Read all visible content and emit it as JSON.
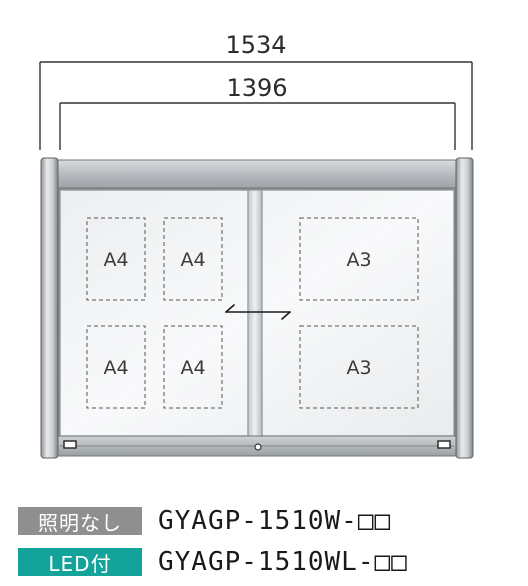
{
  "dimensions": {
    "outer_width": "1534",
    "inner_width": "1396"
  },
  "paper_slots": {
    "left_grid": [
      "A4",
      "A4",
      "A4",
      "A4"
    ],
    "right_column": [
      "A3",
      "A3"
    ]
  },
  "variants": [
    {
      "label": "照明なし",
      "model": "GYAGP-1510W-□□",
      "color": "#8f8f8f"
    },
    {
      "label": "LED付",
      "model": "GYAGP-1510WL-□□",
      "color": "#13a39a"
    }
  ],
  "colors": {
    "frame_gray": "#b9bcbf",
    "glass": "#f1f2f3",
    "dashed_line": "#555555"
  }
}
